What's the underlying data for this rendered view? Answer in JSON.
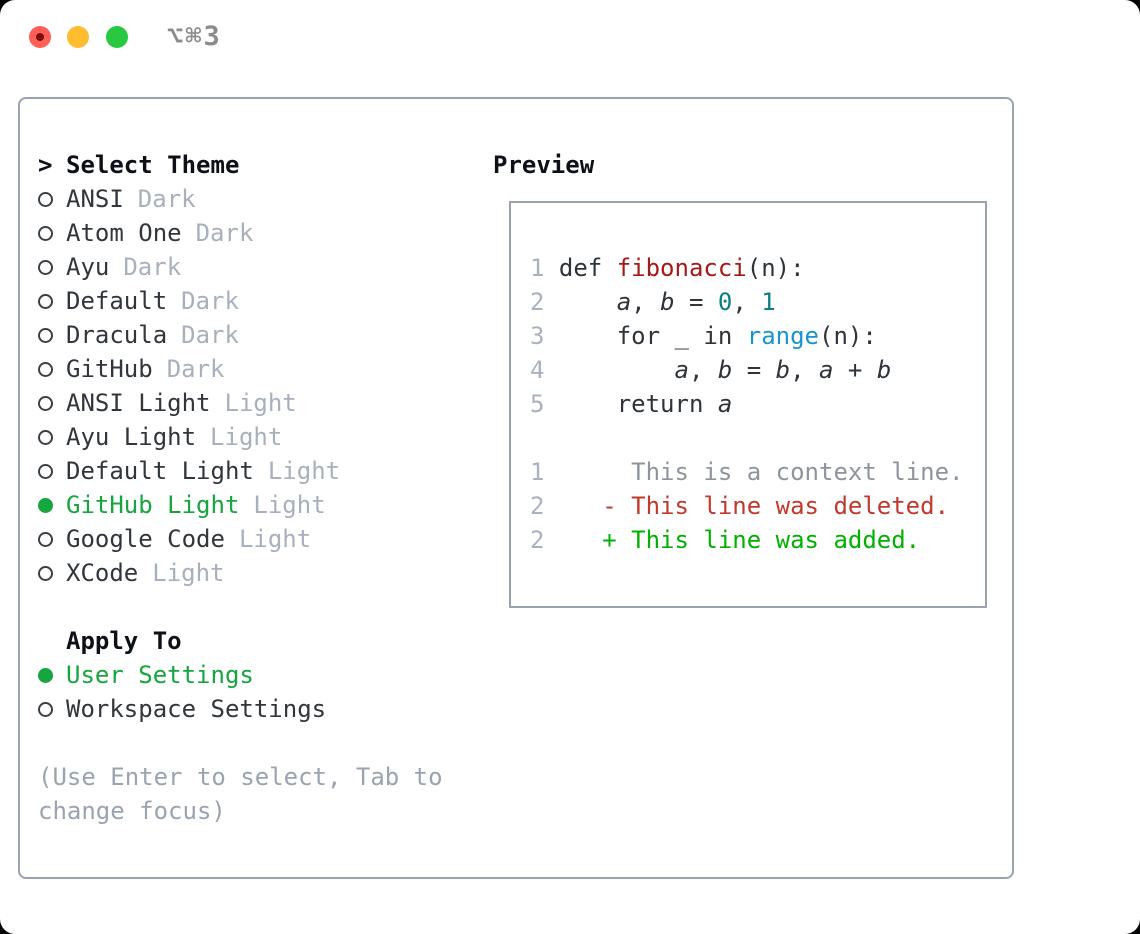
{
  "titlebar": {
    "title": "⌥⌘3",
    "buttons": [
      "close",
      "minimize",
      "zoom"
    ]
  },
  "theme_selector": {
    "heading_prefix": ">",
    "heading": "Select Theme",
    "themes": [
      {
        "name": "ANSI",
        "variant": "Dark",
        "selected": false
      },
      {
        "name": "Atom One",
        "variant": "Dark",
        "selected": false
      },
      {
        "name": "Ayu",
        "variant": "Dark",
        "selected": false
      },
      {
        "name": "Default",
        "variant": "Dark",
        "selected": false
      },
      {
        "name": "Dracula",
        "variant": "Dark",
        "selected": false
      },
      {
        "name": "GitHub",
        "variant": "Dark",
        "selected": false
      },
      {
        "name": "ANSI Light",
        "variant": "Light",
        "selected": false
      },
      {
        "name": "Ayu Light",
        "variant": "Light",
        "selected": false
      },
      {
        "name": "Default Light",
        "variant": "Light",
        "selected": false
      },
      {
        "name": "GitHub Light",
        "variant": "Light",
        "selected": true
      },
      {
        "name": "Google Code",
        "variant": "Light",
        "selected": false
      },
      {
        "name": "XCode",
        "variant": "Light",
        "selected": false
      }
    ],
    "apply_to": {
      "heading": "Apply To",
      "options": [
        {
          "label": "User Settings",
          "selected": true
        },
        {
          "label": "Workspace Settings",
          "selected": false
        }
      ]
    },
    "hint": "(Use Enter to select, Tab to change focus)"
  },
  "preview": {
    "heading": "Preview",
    "lines": [
      {
        "segments": [
          {
            "t": "1",
            "c": "ln"
          },
          {
            "t": " ",
            "c": "pl"
          },
          {
            "t": "def ",
            "c": "pl"
          },
          {
            "t": "fibonacci",
            "c": "fn"
          },
          {
            "t": "(n):",
            "c": "pl"
          }
        ]
      },
      {
        "segments": [
          {
            "t": "2",
            "c": "ln"
          },
          {
            "t": "     ",
            "c": "pl"
          },
          {
            "t": "a",
            "c": "va"
          },
          {
            "t": ", ",
            "c": "pl"
          },
          {
            "t": "b",
            "c": "va"
          },
          {
            "t": " = ",
            "c": "pl"
          },
          {
            "t": "0",
            "c": "nm"
          },
          {
            "t": ", ",
            "c": "pl"
          },
          {
            "t": "1",
            "c": "nm"
          }
        ]
      },
      {
        "segments": [
          {
            "t": "3",
            "c": "ln"
          },
          {
            "t": "     for _ in ",
            "c": "pl"
          },
          {
            "t": "range",
            "c": "cl"
          },
          {
            "t": "(n):",
            "c": "pl"
          }
        ]
      },
      {
        "segments": [
          {
            "t": "4",
            "c": "ln"
          },
          {
            "t": "         ",
            "c": "pl"
          },
          {
            "t": "a",
            "c": "va"
          },
          {
            "t": ", ",
            "c": "pl"
          },
          {
            "t": "b",
            "c": "va"
          },
          {
            "t": " = ",
            "c": "pl"
          },
          {
            "t": "b",
            "c": "va"
          },
          {
            "t": ", ",
            "c": "pl"
          },
          {
            "t": "a",
            "c": "va"
          },
          {
            "t": " + ",
            "c": "pl"
          },
          {
            "t": "b",
            "c": "va"
          }
        ]
      },
      {
        "segments": [
          {
            "t": "5",
            "c": "ln"
          },
          {
            "t": "     return ",
            "c": "pl"
          },
          {
            "t": "a",
            "c": "va"
          }
        ]
      },
      {
        "segments": []
      },
      {
        "segments": [
          {
            "t": "1",
            "c": "ln"
          },
          {
            "t": "      ",
            "c": "pl"
          },
          {
            "t": "This is a context line.",
            "c": "cx"
          }
        ]
      },
      {
        "segments": [
          {
            "t": "2",
            "c": "ln"
          },
          {
            "t": "    ",
            "c": "pl"
          },
          {
            "t": "- This line was deleted.",
            "c": "de"
          }
        ]
      },
      {
        "segments": [
          {
            "t": "2",
            "c": "ln"
          },
          {
            "t": "    ",
            "c": "pl"
          },
          {
            "t": "+ This line was added.",
            "c": "ad"
          }
        ]
      }
    ]
  },
  "colors": {
    "window_bg": "#ffffff",
    "page_bg": "#000000",
    "panel_border": "#9aa2b0",
    "heading_text": "#0d1117",
    "item_text": "#31363c",
    "variant_tag": "#a8b0bd",
    "selection_green": "#16a53f",
    "added_green": "#00b100",
    "deleted_red": "#c0392b",
    "function_red": "#a31919",
    "number_teal": "#0a7d82",
    "call_blue": "#1795cf",
    "line_number_gray": "#a9b1bf",
    "context_gray": "#8d949e",
    "hint_gray": "#9aa3b0",
    "traffic_red": "#ff5f57",
    "traffic_yellow": "#febc2e",
    "traffic_green": "#28c840"
  }
}
